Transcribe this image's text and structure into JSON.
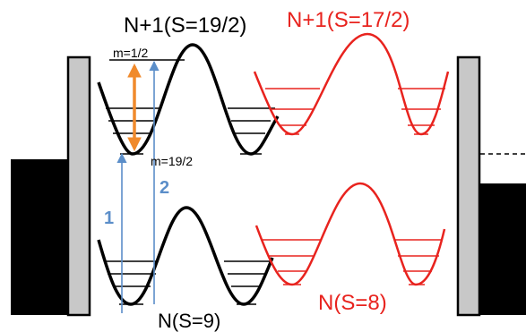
{
  "labels": {
    "top_black_state": "N+1(S=19/2)",
    "top_red_state": "N+1(S=17/2)",
    "bottom_black_state": "N(S=9)",
    "bottom_red_state": "N(S=8)",
    "m_top": "m=1/2",
    "m_bottom": "m=19/2",
    "transition_1": "1",
    "transition_2": "2"
  },
  "colors": {
    "black_curve": "#000000",
    "red_curve": "#e8231e",
    "blue_arrow": "#5b8ec9",
    "orange_arrow": "#f08a2c",
    "electrode_gray": "#c8c8c8",
    "electrode_border": "#000000",
    "lead_black": "#000000",
    "dashed_line": "#000000"
  }
}
